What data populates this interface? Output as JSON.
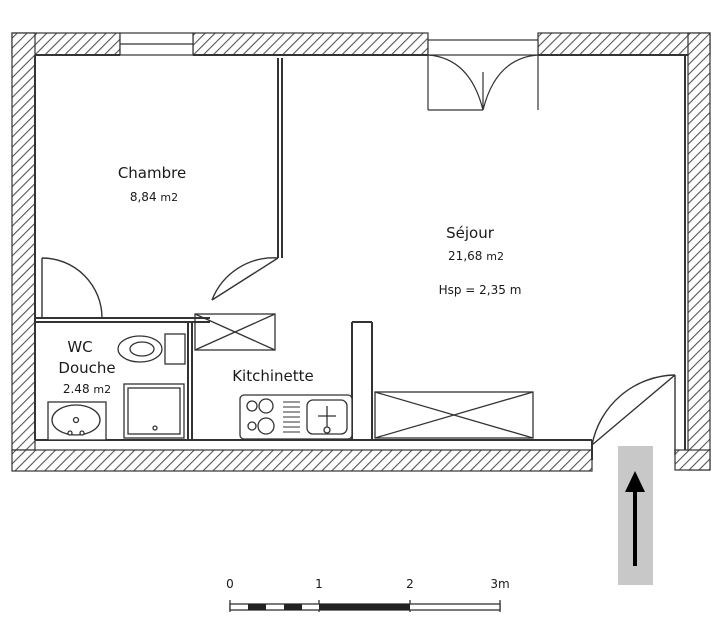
{
  "rooms": {
    "chambre": {
      "name": "Chambre",
      "area_value": "8,84",
      "area_unit": "m2"
    },
    "sejour": {
      "name": "Séjour",
      "area_value": "21,68",
      "area_unit": "m2",
      "height_note": "Hsp = 2,35 m"
    },
    "wc_douche": {
      "line1": "WC",
      "line2": "Douche",
      "area_value": "2.48",
      "area_unit": "m2"
    },
    "kitchinette": {
      "name": "Kitchinette"
    }
  },
  "scale_bar": {
    "ticks": [
      "0",
      "1",
      "2",
      "3m"
    ]
  },
  "entrance": {
    "icon": "up-arrow-icon"
  },
  "colors": {
    "wall_hatch": "#555555",
    "line": "#333333",
    "arrow_bg": "#c8c8c8",
    "arrow": "#000000"
  }
}
